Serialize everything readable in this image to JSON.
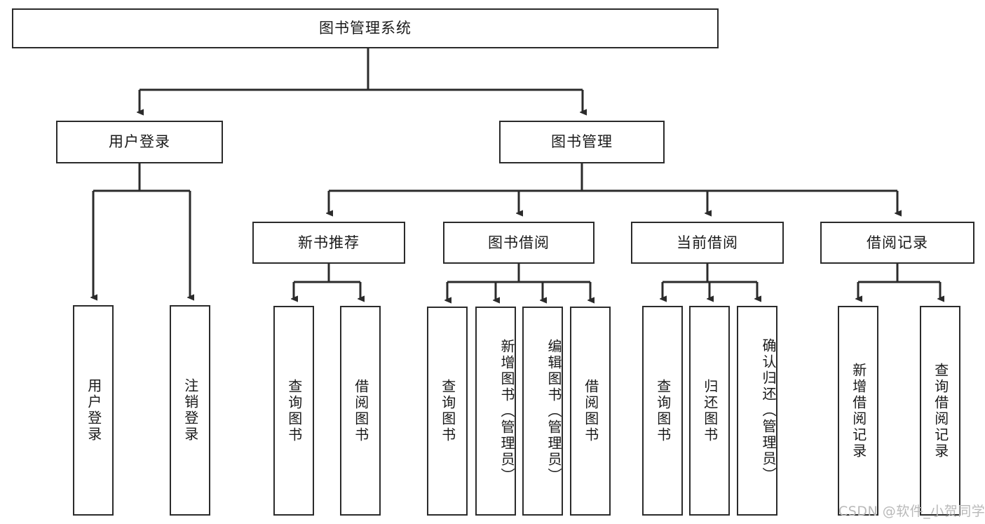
{
  "diagram": {
    "title": "图书管理系统",
    "type": "tree-hierarchy",
    "root": {
      "label": "图书管理系统"
    },
    "level2": [
      {
        "label": "用户登录"
      },
      {
        "label": "图书管理"
      }
    ],
    "level3": [
      {
        "label": "新书推荐"
      },
      {
        "label": "图书借阅"
      },
      {
        "label": "当前借阅"
      },
      {
        "label": "借阅记录"
      }
    ],
    "leaves_user_login": [
      {
        "label": "用户登录"
      },
      {
        "label": "注销登录"
      }
    ],
    "leaves_new_books": [
      {
        "label": "查询图书"
      },
      {
        "label": "借阅图书"
      }
    ],
    "leaves_book_borrow": [
      {
        "label": "查询图书"
      },
      {
        "label": "新增图书（管理员）"
      },
      {
        "label": "编辑图书（管理员）"
      },
      {
        "label": "借阅图书"
      }
    ],
    "leaves_current_borrow": [
      {
        "label": "查询图书"
      },
      {
        "label": "归还图书"
      },
      {
        "label": "确认归还（管理员）"
      }
    ],
    "leaves_borrow_records": [
      {
        "label": "新增借阅记录"
      },
      {
        "label": "查询借阅记录"
      }
    ]
  },
  "watermark": {
    "text": "CSDN @软件_小贺同学"
  },
  "colors": {
    "stroke": "#2b2b2b",
    "fill": "#ffffff",
    "text": "#1a1a1a",
    "watermark": "#b9b9b9"
  }
}
